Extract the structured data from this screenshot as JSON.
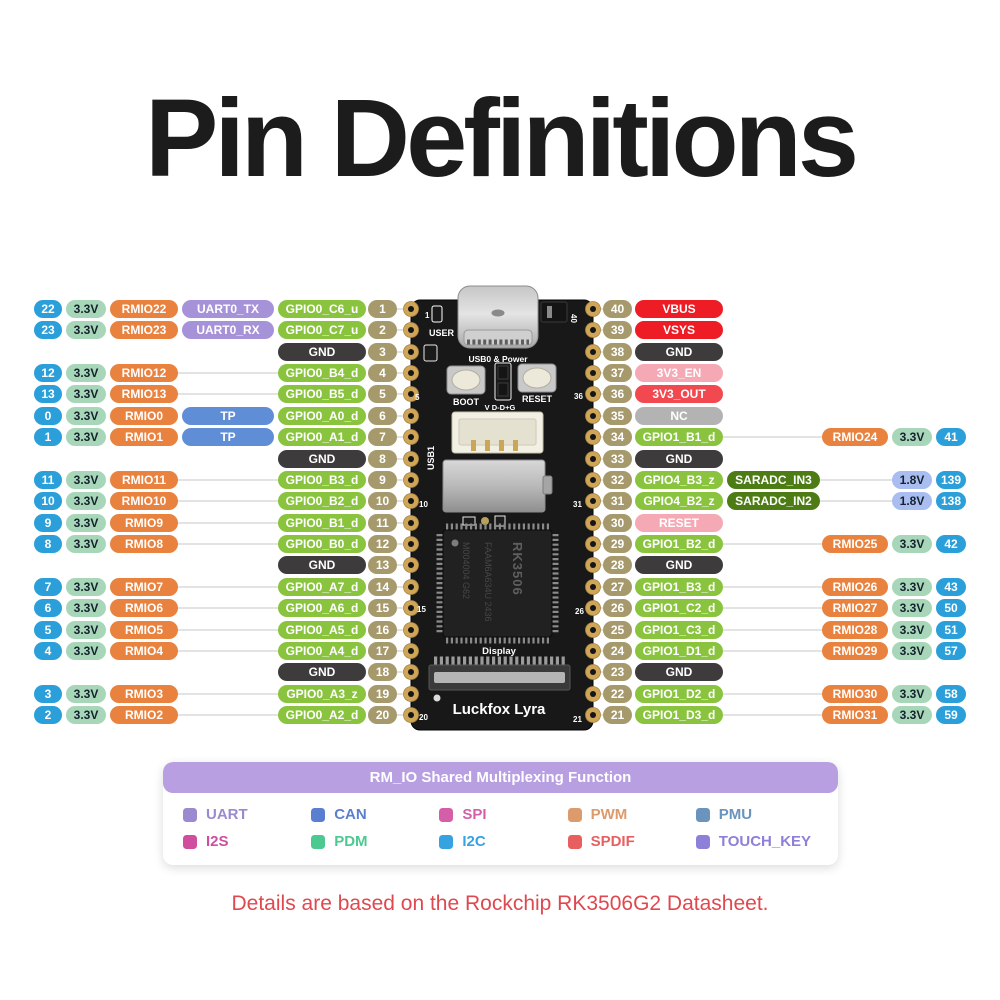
{
  "page": {
    "title": "Pin Definitions",
    "footnote": "Details are based on the Rockchip RK3506G2 Datasheet."
  },
  "colors": {
    "index_blue": "#2b9fd9",
    "v33_green": "#a7d7b8",
    "v18_blue": "#aabdf0",
    "rmio_orange": "#e8823e",
    "gpio_green": "#8ac43f",
    "pin_tan": "#a69a6d",
    "gnd_dark": "#3d3b3c",
    "power_red": "#ee1c25",
    "soft_red": "#f2484f",
    "pink": "#f5a9b4",
    "nc_gray": "#b3b3b3",
    "saradc_green": "#4d7c15",
    "uart_purple": "#a692d8",
    "tp_blue": "#5f8dd6",
    "header_purple": "#b79fe2",
    "footnote_red": "#e0484f",
    "line_gray": "#e3e3e3",
    "dark_text": "#15222e"
  },
  "left_rows": [
    {
      "idx": "22",
      "volt": "3.3V",
      "rmio": "RMIO22",
      "fn": {
        "label": "UART0_TX",
        "color": "uart_purple"
      },
      "gpio": "GPIO0_C6_u",
      "pin": "1"
    },
    {
      "idx": "23",
      "volt": "3.3V",
      "rmio": "RMIO23",
      "fn": {
        "label": "UART0_RX",
        "color": "uart_purple"
      },
      "gpio": "GPIO0_C7_u",
      "pin": "2"
    },
    {
      "gnd": true,
      "pin": "3"
    },
    {
      "idx": "12",
      "volt": "3.3V",
      "rmio": "RMIO12",
      "gpio": "GPIO0_B4_d",
      "pin": "4"
    },
    {
      "idx": "13",
      "volt": "3.3V",
      "rmio": "RMIO13",
      "gpio": "GPIO0_B5_d",
      "pin": "5"
    },
    {
      "idx": "0",
      "volt": "3.3V",
      "rmio": "RMIO0",
      "fn": {
        "label": "TP",
        "color": "tp_blue"
      },
      "gpio": "GPIO0_A0_d",
      "pin": "6"
    },
    {
      "idx": "1",
      "volt": "3.3V",
      "rmio": "RMIO1",
      "fn": {
        "label": "TP",
        "color": "tp_blue"
      },
      "gpio": "GPIO0_A1_d",
      "pin": "7"
    },
    {
      "gnd": true,
      "pin": "8"
    },
    {
      "idx": "11",
      "volt": "3.3V",
      "rmio": "RMIO11",
      "gpio": "GPIO0_B3_d",
      "pin": "9"
    },
    {
      "idx": "10",
      "volt": "3.3V",
      "rmio": "RMIO10",
      "gpio": "GPIO0_B2_d",
      "pin": "10"
    },
    {
      "idx": "9",
      "volt": "3.3V",
      "rmio": "RMIO9",
      "gpio": "GPIO0_B1_d",
      "pin": "11"
    },
    {
      "idx": "8",
      "volt": "3.3V",
      "rmio": "RMIO8",
      "gpio": "GPIO0_B0_d",
      "pin": "12"
    },
    {
      "gnd": true,
      "pin": "13"
    },
    {
      "idx": "7",
      "volt": "3.3V",
      "rmio": "RMIO7",
      "gpio": "GPIO0_A7_d",
      "pin": "14"
    },
    {
      "idx": "6",
      "volt": "3.3V",
      "rmio": "RMIO6",
      "gpio": "GPIO0_A6_d",
      "pin": "15"
    },
    {
      "idx": "5",
      "volt": "3.3V",
      "rmio": "RMIO5",
      "gpio": "GPIO0_A5_d",
      "pin": "16"
    },
    {
      "idx": "4",
      "volt": "3.3V",
      "rmio": "RMIO4",
      "gpio": "GPIO0_A4_d",
      "pin": "17"
    },
    {
      "gnd": true,
      "pin": "18"
    },
    {
      "idx": "3",
      "volt": "3.3V",
      "rmio": "RMIO3",
      "gpio": "GPIO0_A3_z",
      "pin": "19"
    },
    {
      "idx": "2",
      "volt": "3.3V",
      "rmio": "RMIO2",
      "gpio": "GPIO0_A2_d",
      "pin": "20"
    }
  ],
  "right_rows": [
    {
      "pin": "40",
      "name": {
        "label": "VBUS",
        "type": "power_red"
      }
    },
    {
      "pin": "39",
      "name": {
        "label": "VSYS",
        "type": "power_red"
      }
    },
    {
      "pin": "38",
      "name": {
        "label": "GND",
        "type": "gnd_dark"
      }
    },
    {
      "pin": "37",
      "name": {
        "label": "3V3_EN",
        "type": "pink"
      }
    },
    {
      "pin": "36",
      "name": {
        "label": "3V3_OUT",
        "type": "soft_red"
      }
    },
    {
      "pin": "35",
      "name": {
        "label": "NC",
        "type": "nc_gray"
      }
    },
    {
      "pin": "34",
      "name": {
        "label": "GPIO1_B1_d",
        "type": "gpio_green"
      },
      "rmio": "RMIO24",
      "volt": "3.3V",
      "idx": "41"
    },
    {
      "pin": "33",
      "name": {
        "label": "GND",
        "type": "gnd_dark"
      }
    },
    {
      "pin": "32",
      "name": {
        "label": "GPIO4_B3_z",
        "type": "gpio_green"
      },
      "saradc": "SARADC_IN3",
      "volt": "1.8V",
      "idx": "139"
    },
    {
      "pin": "31",
      "name": {
        "label": "GPIO4_B2_z",
        "type": "gpio_green"
      },
      "saradc": "SARADC_IN2",
      "volt": "1.8V",
      "idx": "138"
    },
    {
      "pin": "30",
      "name": {
        "label": "RESET",
        "type": "pink"
      }
    },
    {
      "pin": "29",
      "name": {
        "label": "GPIO1_B2_d",
        "type": "gpio_green"
      },
      "rmio": "RMIO25",
      "volt": "3.3V",
      "idx": "42"
    },
    {
      "pin": "28",
      "name": {
        "label": "GND",
        "type": "gnd_dark"
      }
    },
    {
      "pin": "27",
      "name": {
        "label": "GPIO1_B3_d",
        "type": "gpio_green"
      },
      "rmio": "RMIO26",
      "volt": "3.3V",
      "idx": "43"
    },
    {
      "pin": "26",
      "name": {
        "label": "GPIO1_C2_d",
        "type": "gpio_green"
      },
      "rmio": "RMIO27",
      "volt": "3.3V",
      "idx": "50"
    },
    {
      "pin": "25",
      "name": {
        "label": "GPIO1_C3_d",
        "type": "gpio_green"
      },
      "rmio": "RMIO28",
      "volt": "3.3V",
      "idx": "51"
    },
    {
      "pin": "24",
      "name": {
        "label": "GPIO1_D1_d",
        "type": "gpio_green"
      },
      "rmio": "RMIO29",
      "volt": "3.3V",
      "idx": "57"
    },
    {
      "pin": "23",
      "name": {
        "label": "GND",
        "type": "gnd_dark"
      }
    },
    {
      "pin": "22",
      "name": {
        "label": "GPIO1_D2_d",
        "type": "gpio_green"
      },
      "rmio": "RMIO30",
      "volt": "3.3V",
      "idx": "58"
    },
    {
      "pin": "21",
      "name": {
        "label": "GPIO1_D3_d",
        "type": "gpio_green"
      },
      "rmio": "RMIO31",
      "volt": "3.3V",
      "idx": "59"
    }
  ],
  "board": {
    "silkscreen": {
      "user": "USER",
      "usb0": "USB0 & Power",
      "boot": "BOOT",
      "reset": "RESET",
      "vddg": "V D-D+G",
      "usb1": "USB1",
      "display": "Display",
      "product": "Luckfox Lyra",
      "chip": "RK3506",
      "chip_line2": "FAAM6A634U 2436",
      "chip_line3": "M004004 G62",
      "edge_numbers": [
        "1",
        "40",
        "5",
        "36",
        "10",
        "31",
        "15",
        "26",
        "20",
        "21"
      ]
    }
  },
  "legend": {
    "title": "RM_IO Shared Multiplexing Function",
    "items": [
      {
        "label": "UART",
        "color": "#9b8ad0"
      },
      {
        "label": "CAN",
        "color": "#5b7fd0"
      },
      {
        "label": "SPI",
        "color": "#d45fa8"
      },
      {
        "label": "PWM",
        "color": "#dd9a6b"
      },
      {
        "label": "PMU",
        "color": "#6a93be"
      },
      {
        "label": "I2S",
        "color": "#cf4f9e"
      },
      {
        "label": "PDM",
        "color": "#4cc990"
      },
      {
        "label": "I2C",
        "color": "#35a3e0"
      },
      {
        "label": "SPDIF",
        "color": "#e85f5f"
      },
      {
        "label": "TOUCH_KEY",
        "color": "#8d80d8"
      }
    ]
  }
}
